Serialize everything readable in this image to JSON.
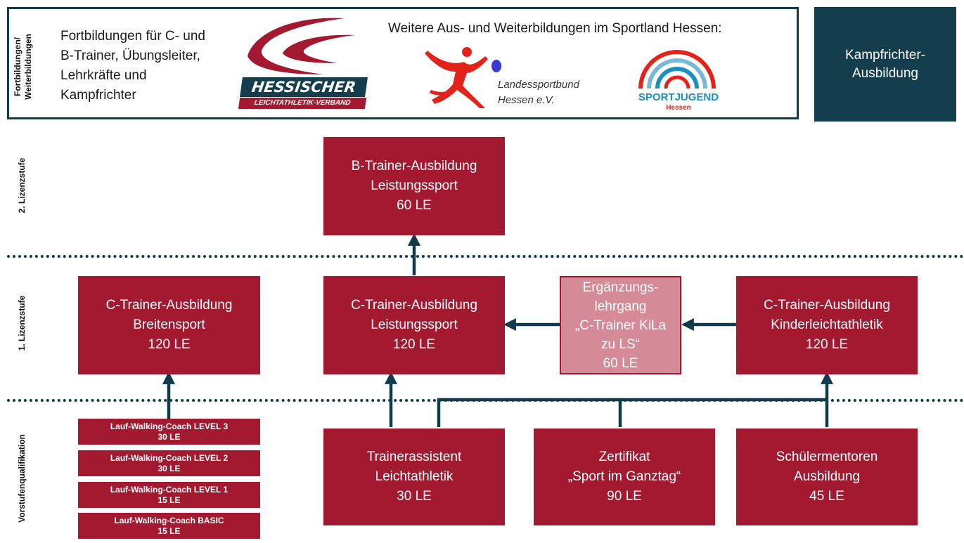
{
  "header": {
    "side_label_line1": "Fortbildungen/",
    "side_label_line2": "Weiterbildungen",
    "description": [
      "Fortbildungen für C- und",
      "B-Trainer, Übungsleiter,",
      "Lehrkräfte und",
      "Kampfrichter"
    ],
    "logo_hlv_name": "HESSISCHER",
    "logo_hlv_sub": "LEICHTATHLETIK-VERBAND",
    "more_text": "Weitere Aus- und Weiterbildungen  im Sportland Hessen:",
    "logo_lsb_line1": "Landessportbund",
    "logo_lsb_line2": "Hessen e.V.",
    "logo_sj_name": "SPORTJUGEND",
    "logo_sj_sub": "Hessen",
    "kampfrichter": [
      "Kampfrichter-",
      "Ausbildung"
    ]
  },
  "levels": {
    "level2": "2. Lizenzstufe",
    "level1": "1. Lizenzstufe",
    "pre": "Vorstufenqualifikation"
  },
  "boxes": {
    "b_trainer": [
      "B-Trainer-Ausbildung",
      "Leistungssport",
      "60 LE"
    ],
    "c_breiten": [
      "C-Trainer-Ausbildung",
      "Breitensport",
      "120 LE"
    ],
    "c_leistung": [
      "C-Trainer-Ausbildung",
      "Leistungssport",
      "120 LE"
    ],
    "erganzung": [
      "Ergänzungs-",
      "lehrgang",
      "„C-Trainer KiLa",
      "zu LS“",
      "60 LE"
    ],
    "c_kinder": [
      "C-Trainer-Ausbildung",
      "Kinderleichtathletik",
      "120 LE"
    ],
    "trainerassistent": [
      "Trainerassistent",
      "Leichtathletik",
      "30 LE"
    ],
    "zertifikat": [
      "Zertifikat",
      "„Sport im Ganztag“",
      "90 LE"
    ],
    "schuelermentoren": [
      "Schülermentoren",
      "Ausbildung",
      "45 LE"
    ]
  },
  "walking": [
    {
      "label": "Lauf-Walking-Coach LEVEL 3",
      "le": "30 LE"
    },
    {
      "label": "Lauf-Walking-Coach LEVEL 2",
      "le": "30 LE"
    },
    {
      "label": "Lauf-Walking-Coach LEVEL 1",
      "le": "15 LE"
    },
    {
      "label": "Lauf-Walking-Coach BASIC",
      "le": "15 LE"
    }
  ],
  "colors": {
    "box": "#a3192f",
    "box_light": "#d48a97",
    "navy": "#143d4d"
  }
}
